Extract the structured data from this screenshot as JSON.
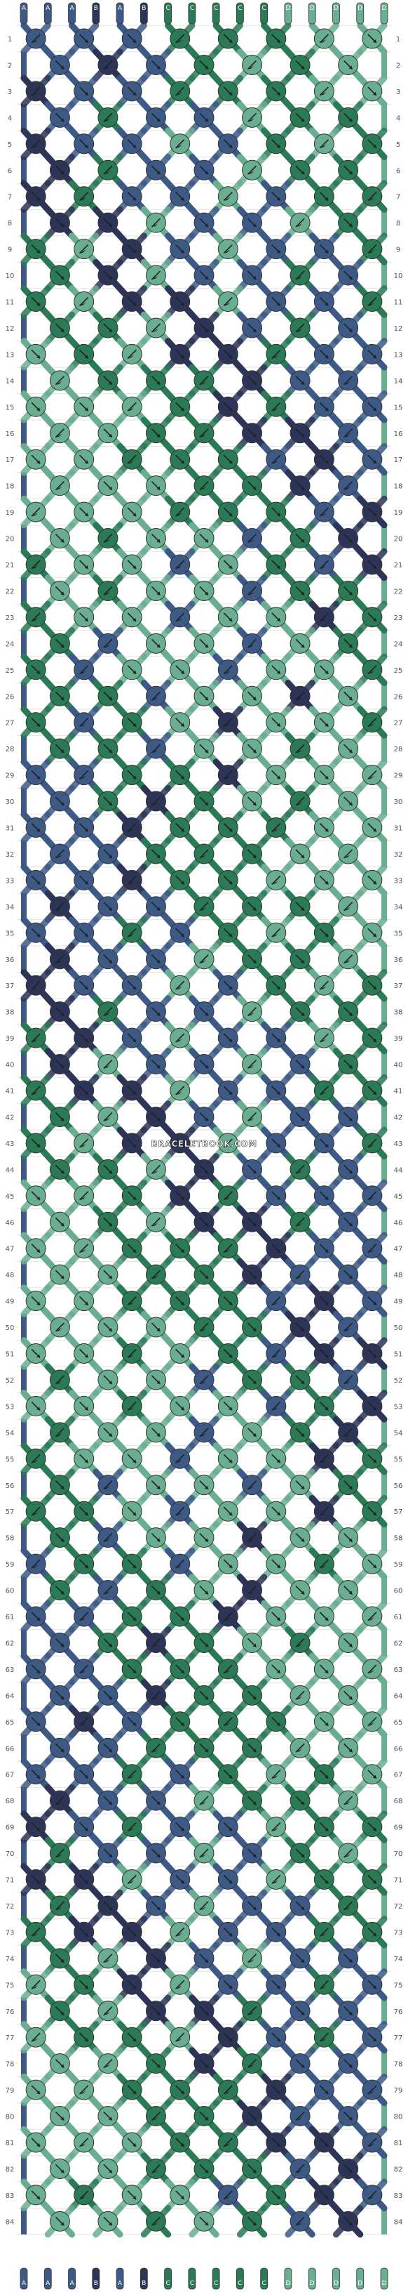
{
  "watermark": "BRACELETBOOK.COM",
  "colors": {
    "A": "#3d5a86",
    "B": "#2c3557",
    "C": "#2a7a56",
    "D": "#6aae92",
    "E": "#9fd5bb",
    "F": "#c7d8ef",
    "G": "#7c95b5"
  },
  "strands": [
    {
      "letter": "A",
      "color": "#3d5a86"
    },
    {
      "letter": "A",
      "color": "#3d5a86"
    },
    {
      "letter": "A",
      "color": "#3d5a86"
    },
    {
      "letter": "B",
      "color": "#2c3557"
    },
    {
      "letter": "A",
      "color": "#3d5a86"
    },
    {
      "letter": "B",
      "color": "#2c3557"
    },
    {
      "letter": "C",
      "color": "#2a7a56"
    },
    {
      "letter": "C",
      "color": "#2a7a56"
    },
    {
      "letter": "C",
      "color": "#2a7a56"
    },
    {
      "letter": "C",
      "color": "#2a7a56"
    },
    {
      "letter": "C",
      "color": "#2a7a56"
    },
    {
      "letter": "D",
      "color": "#6aae92"
    },
    {
      "letter": "D",
      "color": "#6aae92"
    },
    {
      "letter": "D",
      "color": "#6aae92"
    },
    {
      "letter": "D",
      "color": "#6aae92"
    },
    {
      "letter": "D",
      "color": "#6aae92"
    }
  ],
  "rows": [
    {
      "number": "1"
    },
    {
      "number": "2"
    },
    {
      "number": "3"
    },
    {
      "number": "4"
    },
    {
      "number": "5"
    },
    {
      "number": "6"
    },
    {
      "number": "7"
    },
    {
      "number": "8"
    },
    {
      "number": "9"
    },
    {
      "number": "10"
    },
    {
      "number": "11"
    },
    {
      "number": "12"
    },
    {
      "number": "13"
    },
    {
      "number": "14"
    },
    {
      "number": "15"
    },
    {
      "number": "16"
    },
    {
      "number": "17"
    },
    {
      "number": "18"
    },
    {
      "number": "19"
    },
    {
      "number": "20"
    },
    {
      "number": "21"
    },
    {
      "number": "22"
    },
    {
      "number": "23"
    },
    {
      "number": "24"
    },
    {
      "number": "25"
    },
    {
      "number": "26"
    },
    {
      "number": "27"
    },
    {
      "number": "28"
    },
    {
      "number": "29"
    },
    {
      "number": "30"
    },
    {
      "number": "31"
    },
    {
      "number": "32"
    },
    {
      "number": "33"
    },
    {
      "number": "34"
    },
    {
      "number": "35"
    },
    {
      "number": "36"
    },
    {
      "number": "37"
    },
    {
      "number": "38"
    },
    {
      "number": "39"
    },
    {
      "number": "40"
    },
    {
      "number": "41"
    },
    {
      "number": "42"
    },
    {
      "number": "43"
    },
    {
      "number": "44"
    },
    {
      "number": "45"
    },
    {
      "number": "46"
    },
    {
      "number": "47"
    },
    {
      "number": "48"
    },
    {
      "number": "49"
    },
    {
      "number": "50"
    },
    {
      "number": "51"
    },
    {
      "number": "52"
    },
    {
      "number": "53"
    },
    {
      "number": "54"
    },
    {
      "number": "55"
    },
    {
      "number": "56"
    },
    {
      "number": "57"
    },
    {
      "number": "58"
    },
    {
      "number": "59"
    },
    {
      "number": "60"
    },
    {
      "number": "61"
    },
    {
      "number": "62"
    },
    {
      "number": "63"
    },
    {
      "number": "64"
    },
    {
      "number": "65"
    },
    {
      "number": "66"
    },
    {
      "number": "67"
    },
    {
      "number": "68"
    },
    {
      "number": "69"
    },
    {
      "number": "70"
    },
    {
      "number": "71"
    },
    {
      "number": "72"
    },
    {
      "number": "73"
    },
    {
      "number": "74"
    },
    {
      "number": "75"
    },
    {
      "number": "76"
    },
    {
      "number": "77"
    },
    {
      "number": "78"
    },
    {
      "number": "79"
    },
    {
      "number": "80"
    },
    {
      "number": "81"
    },
    {
      "number": "82"
    },
    {
      "number": "83"
    },
    {
      "number": "84"
    }
  ]
}
